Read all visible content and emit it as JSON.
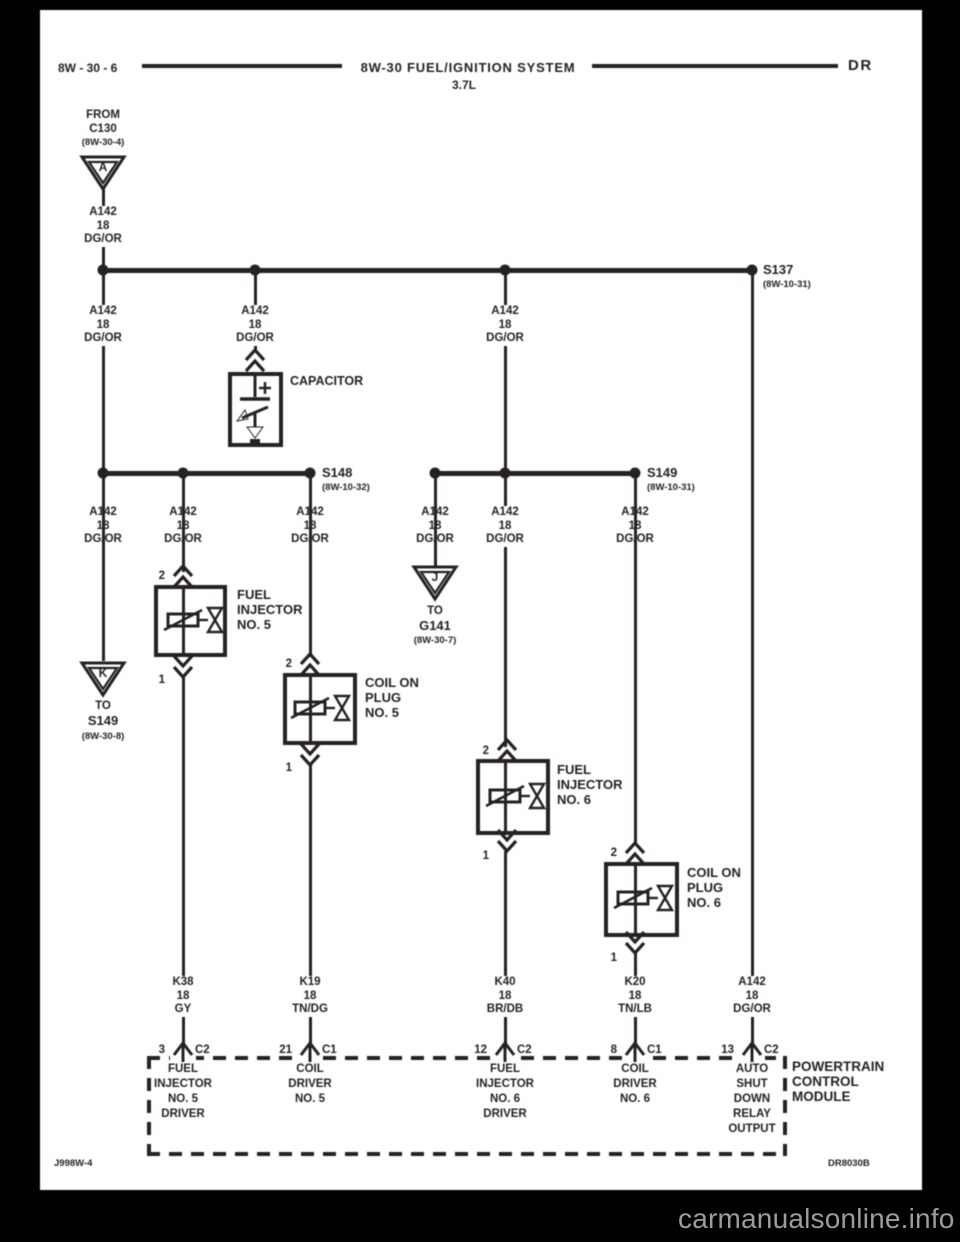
{
  "header": {
    "page_ref": "8W - 30 - 6",
    "title": "8W-30 FUEL/IGNITION SYSTEM",
    "vehicle_code": "DR",
    "engine": "3.7L"
  },
  "wire_a142": {
    "circuit": "A142",
    "gauge": "18",
    "color": "DG/OR"
  },
  "splices": {
    "s137": {
      "name": "S137",
      "ref": "(8W-10-31)"
    },
    "s148": {
      "name": "S148",
      "ref": "(8W-10-32)"
    },
    "s149": {
      "name": "S149",
      "ref": "(8W-10-31)"
    }
  },
  "connectors": {
    "from_c130": {
      "dir": "FROM",
      "name": "C130",
      "ref": "(8W-30-4)",
      "letter": "A"
    },
    "to_s149": {
      "dir": "TO",
      "name": "S149",
      "ref": "(8W-30-8)",
      "letter": "K"
    },
    "to_g141": {
      "dir": "TO",
      "name": "G141",
      "ref": "(8W-30-7)",
      "letter": "J"
    }
  },
  "capacitor": {
    "label": "CAPACITOR"
  },
  "components": {
    "inj5": {
      "l1": "FUEL",
      "l2": "INJECTOR",
      "l3": "NO. 5",
      "pin_top": "2",
      "pin_bottom": "1"
    },
    "coil5": {
      "l1": "COIL ON",
      "l2": "PLUG",
      "l3": "NO. 5",
      "pin_top": "2",
      "pin_bottom": "1"
    },
    "inj6": {
      "l1": "FUEL",
      "l2": "INJECTOR",
      "l3": "NO. 6",
      "pin_top": "2",
      "pin_bottom": "1"
    },
    "coil6": {
      "l1": "COIL ON",
      "l2": "PLUG",
      "l3": "NO. 6",
      "pin_top": "2",
      "pin_bottom": "1"
    }
  },
  "wires_bottom": {
    "inj5": {
      "circuit": "K38",
      "gauge": "18",
      "color": "GY"
    },
    "coil5": {
      "circuit": "K19",
      "gauge": "18",
      "color": "TN/DG"
    },
    "inj6": {
      "circuit": "K40",
      "gauge": "18",
      "color": "BR/DB"
    },
    "coil6": {
      "circuit": "K20",
      "gauge": "18",
      "color": "TN/LB"
    },
    "asd": {
      "circuit": "A142",
      "gauge": "18",
      "color": "DG/OR"
    }
  },
  "pcm": {
    "name_l1": "POWERTRAIN",
    "name_l2": "CONTROL",
    "name_l3": "MODULE",
    "pins": {
      "inj5": {
        "pin": "3",
        "conn": "C2",
        "l1": "FUEL",
        "l2": "INJECTOR",
        "l3": "NO. 5",
        "l4": "DRIVER"
      },
      "coil5": {
        "pin": "21",
        "conn": "C1",
        "l1": "COIL",
        "l2": "DRIVER",
        "l3": "NO. 5"
      },
      "inj6": {
        "pin": "12",
        "conn": "C2",
        "l1": "FUEL",
        "l2": "INJECTOR",
        "l3": "NO. 6",
        "l4": "DRIVER"
      },
      "coil6": {
        "pin": "8",
        "conn": "C1",
        "l1": "COIL",
        "l2": "DRIVER",
        "l3": "NO. 6"
      },
      "asd": {
        "pin": "13",
        "conn": "C2",
        "l1": "AUTO",
        "l2": "SHUT",
        "l3": "DOWN",
        "l4": "RELAY",
        "l5": "OUTPUT"
      }
    }
  },
  "footer": {
    "left": "J998W-4",
    "right": "DR8030B"
  },
  "watermark": "carmanualsonline.info"
}
